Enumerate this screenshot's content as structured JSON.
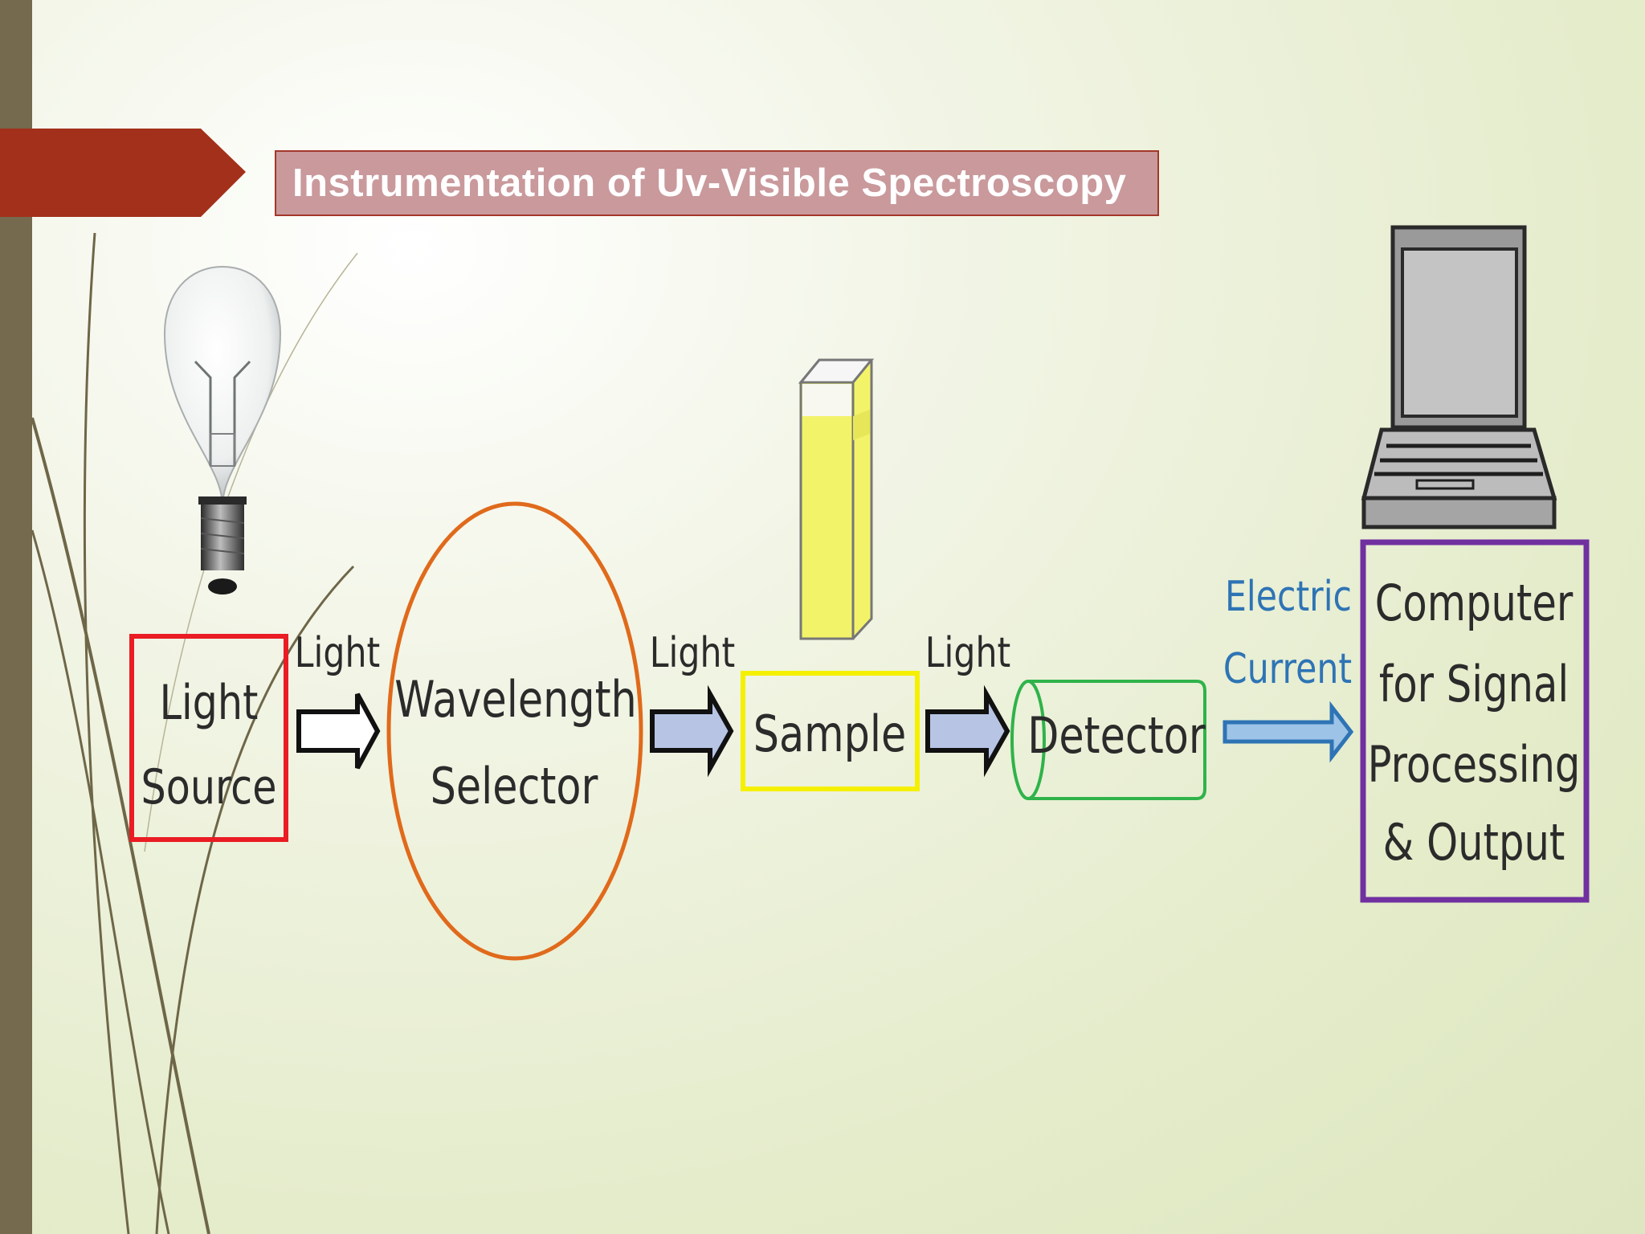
{
  "title": "Instrumentation of Uv-Visible Spectroscopy",
  "colors": {
    "ribbon": "#a3301b",
    "title_bg": "#c9999c",
    "light_source_border": "#ea1c24",
    "selector_border": "#e06a1b",
    "sample_border": "#f5ef00",
    "detector_border": "#2fb34a",
    "computer_border": "#7030a0",
    "electric_text": "#2e74b5"
  },
  "nodes": {
    "light_source": {
      "line1": "Light",
      "line2": "Source"
    },
    "wavelength_selector": {
      "line1": "Wavelength",
      "line2": "Selector"
    },
    "sample": {
      "label": "Sample"
    },
    "detector": {
      "label": "Detector"
    },
    "computer": {
      "line1": "Computer",
      "line2": "for Signal",
      "line3": "Processing",
      "line4": "& Output"
    }
  },
  "edges": {
    "light_1": "Light",
    "light_2": "Light",
    "light_3": "Light",
    "electric_1": "Electric",
    "electric_2": "Current"
  },
  "icons": [
    "light-bulb-icon",
    "cuvette-icon",
    "laptop-icon"
  ]
}
